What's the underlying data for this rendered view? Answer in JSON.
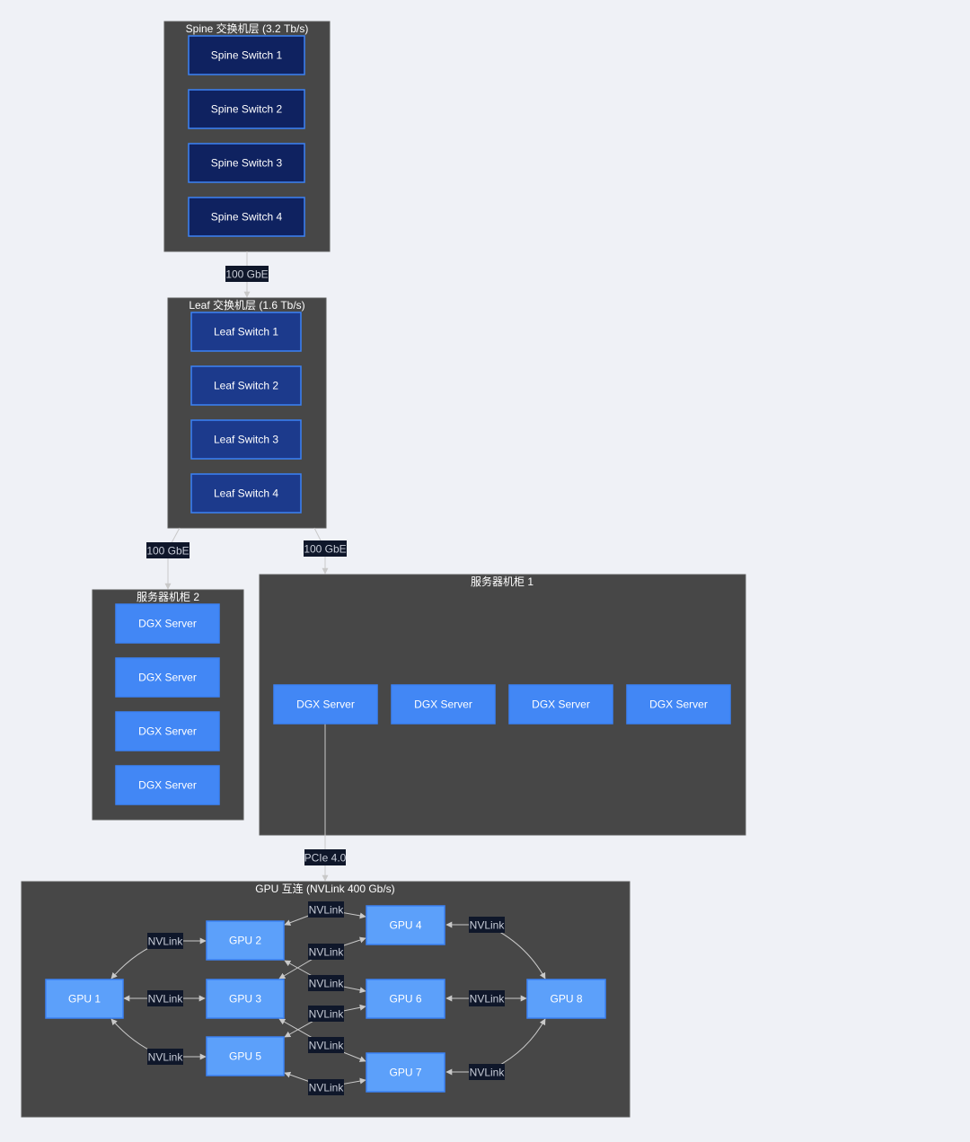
{
  "clusters": {
    "spine": {
      "title": "Spine 交换机层 (3.2 Tb/s)"
    },
    "leaf": {
      "title": "Leaf 交换机层 (1.6 Tb/s)"
    },
    "rack2": {
      "title": "服务器机柜 2"
    },
    "rack1": {
      "title": "服务器机柜 1"
    },
    "gpu": {
      "title": "GPU 互连 (NVLink 400 Gb/s)"
    }
  },
  "spine_switches": [
    "Spine Switch 1",
    "Spine Switch 2",
    "Spine Switch 3",
    "Spine Switch 4"
  ],
  "leaf_switches": [
    "Leaf Switch 1",
    "Leaf Switch 2",
    "Leaf Switch 3",
    "Leaf Switch 4"
  ],
  "rack2_servers": [
    "DGX Server",
    "DGX Server",
    "DGX Server",
    "DGX Server"
  ],
  "rack1_servers": [
    "DGX Server",
    "DGX Server",
    "DGX Server",
    "DGX Server"
  ],
  "gpus": [
    "GPU 1",
    "GPU 2",
    "GPU 3",
    "GPU 4",
    "GPU 5",
    "GPU 6",
    "GPU 7",
    "GPU 8"
  ],
  "edge_labels": {
    "spine_leaf": "100 GbE",
    "leaf_rack2": "100 GbE",
    "leaf_rack1": "100 GbE",
    "server_gpu": "PCIe 4.0",
    "nvlink": "NVLink"
  },
  "colors": {
    "background": "#eff1f6",
    "cluster_fill": "#474747",
    "spine_node": "#0f2260",
    "leaf_node": "#1c3a8c",
    "server_node": "#4287f5",
    "gpu_node": "#5ca0fa",
    "node_border": "#3b82f6",
    "label_bg": "#0f172a"
  }
}
